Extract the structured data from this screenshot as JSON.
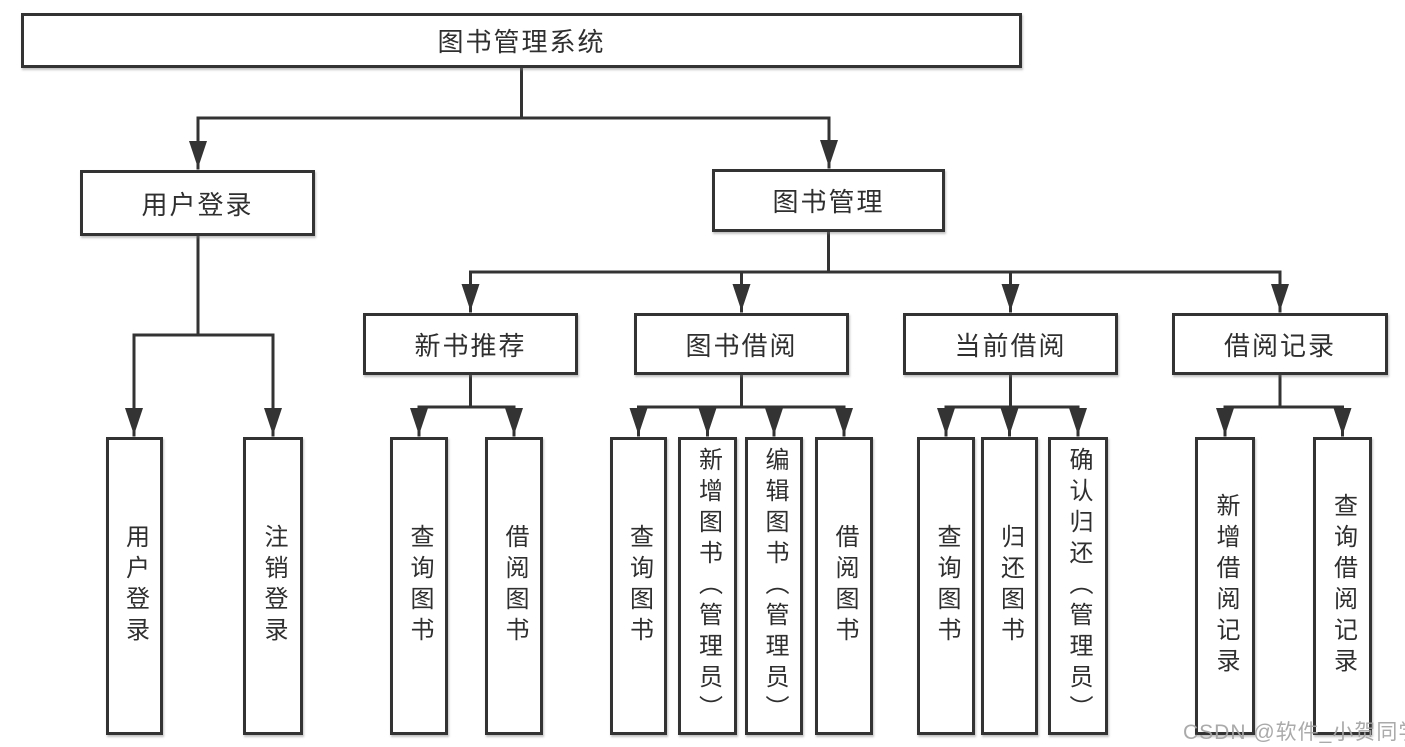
{
  "tree": {
    "root": {
      "label": "图书管理系统"
    },
    "user_login": {
      "label": "用户登录",
      "children": [
        {
          "label": "用户登录"
        },
        {
          "label": "注销登录"
        }
      ]
    },
    "book_mgmt": {
      "label": "图书管理",
      "groups": [
        {
          "label": "新书推荐",
          "children": [
            {
              "label": "查询图书"
            },
            {
              "label": "借阅图书"
            }
          ]
        },
        {
          "label": "图书借阅",
          "children": [
            {
              "label": "查询图书"
            },
            {
              "label": "新增图书（管理员）"
            },
            {
              "label": "编辑图书（管理员）"
            },
            {
              "label": "借阅图书"
            }
          ]
        },
        {
          "label": "当前借阅",
          "children": [
            {
              "label": "查询图书"
            },
            {
              "label": "归还图书"
            },
            {
              "label": "确认归还（管理员）"
            }
          ]
        },
        {
          "label": "借阅记录",
          "children": [
            {
              "label": "新增借阅记录"
            },
            {
              "label": "查询借阅记录"
            }
          ]
        }
      ]
    }
  },
  "watermark": {
    "text": "CSDN @软件_小贺同学"
  },
  "colors": {
    "line": "#333333",
    "border": "#333333",
    "text": "#2f2f2f",
    "watermark": "#a5a5a5",
    "background": "#ffffff"
  }
}
